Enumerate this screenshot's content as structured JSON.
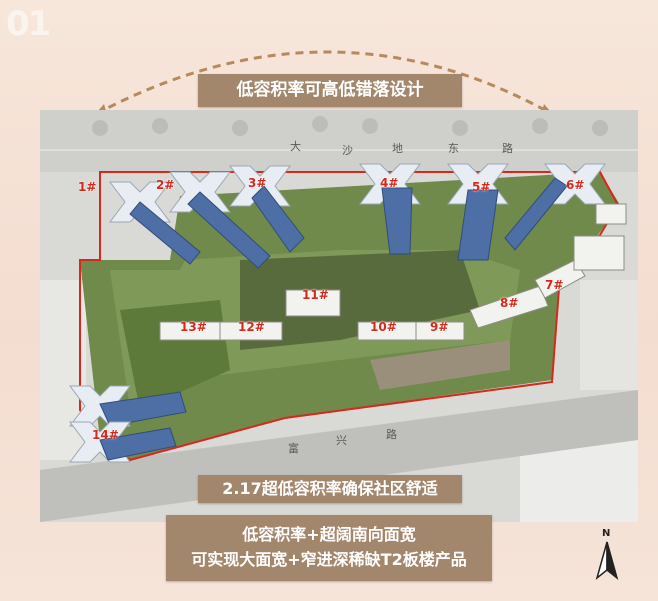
{
  "watermark": "01",
  "banners": {
    "top": "低容积率可高低错落设计",
    "mid": "2.17超低容积率确保社区舒适",
    "bottom_line1": "低容积率+超阔南向面宽",
    "bottom_line2": "可实现大面宽+窄进深稀缺T2板楼产品"
  },
  "roads": {
    "north": [
      "大",
      "沙",
      "地",
      "东",
      "路"
    ],
    "south": [
      "富",
      "兴",
      "路"
    ]
  },
  "buildings": [
    "1#",
    "2#",
    "3#",
    "4#",
    "5#",
    "6#",
    "7#",
    "8#",
    "9#",
    "10#",
    "11#",
    "12#",
    "13#",
    "14#"
  ],
  "compass": {
    "label": "N"
  },
  "colors": {
    "banner": "#a3876d",
    "site_boundary": "#d42a1e",
    "arrow": "#b58a5c"
  }
}
